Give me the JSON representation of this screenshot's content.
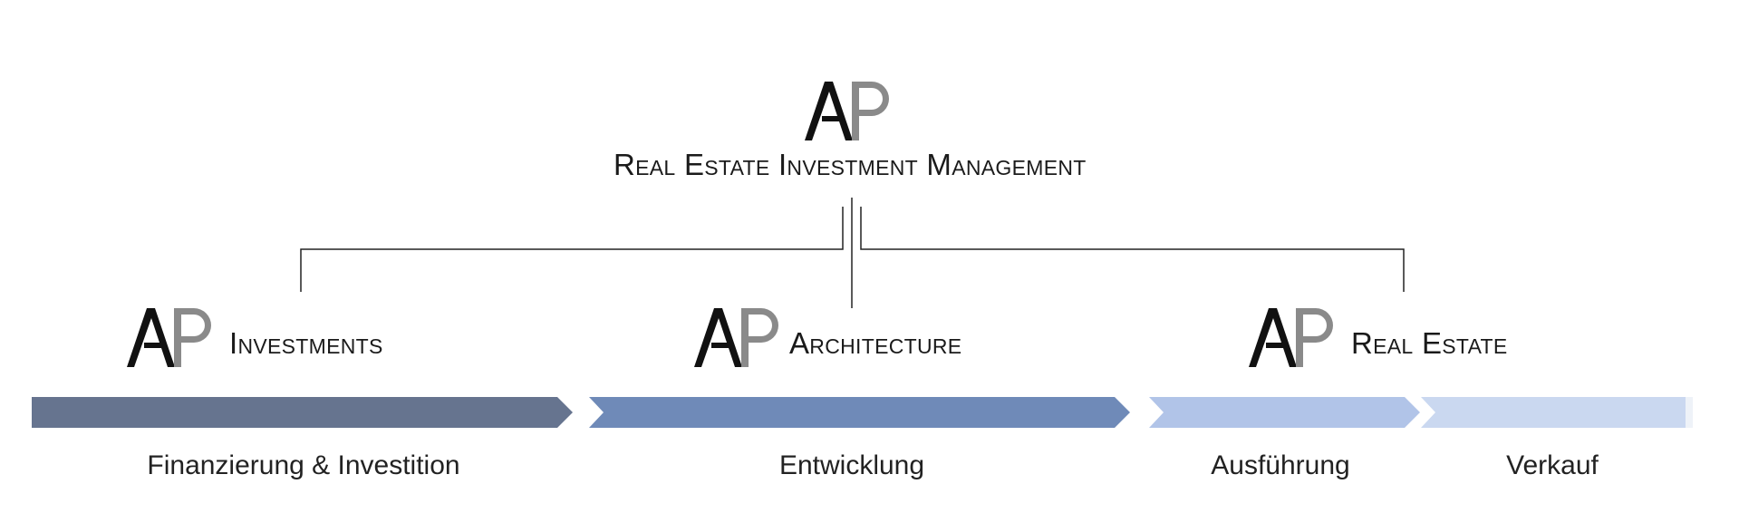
{
  "header": {
    "tagline": "Real Estate Investment Management"
  },
  "divisions": [
    {
      "name": "Investments"
    },
    {
      "name": "Architecture"
    },
    {
      "name": "Real Estate"
    }
  ],
  "stages": [
    {
      "label": "Finanzierung & Investition",
      "color": "#66748f"
    },
    {
      "label": "Entwicklung",
      "color": "#6f8ab8"
    },
    {
      "label": "Ausführung",
      "color": "#b1c4e8"
    },
    {
      "label": "Verkauf",
      "color": "#cad8f0"
    }
  ],
  "logo": {
    "letters": "AP",
    "a_color": "#111111",
    "p_color": "#8a8a8a"
  }
}
